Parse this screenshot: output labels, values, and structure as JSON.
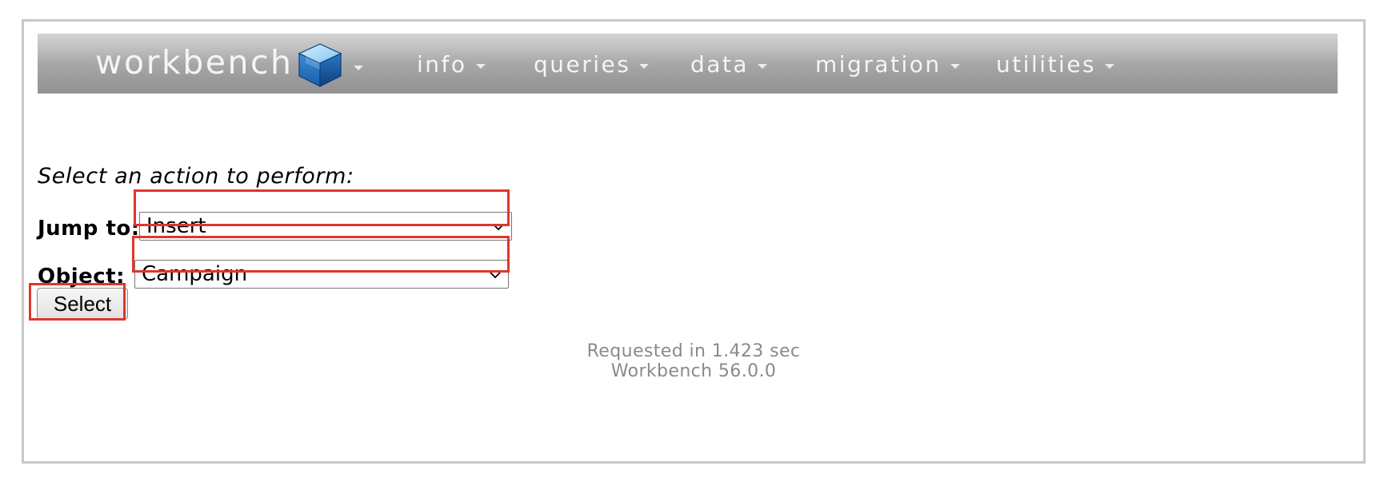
{
  "nav": {
    "brand": "workbench",
    "items": [
      {
        "label": "info"
      },
      {
        "label": "queries"
      },
      {
        "label": "data"
      },
      {
        "label": "migration"
      },
      {
        "label": "utilities"
      }
    ]
  },
  "form": {
    "prompt": "Select an action to perform:",
    "jump_label": "Jump to:",
    "jump_value": "Insert",
    "object_label": "Object:",
    "object_value": "Campaign",
    "submit_label": "Select"
  },
  "footer": {
    "request_time": "Requested in 1.423 sec",
    "version": "Workbench 56.0.0"
  },
  "colors": {
    "highlight": "#e0362c",
    "footer_text": "#8a8a8a"
  }
}
